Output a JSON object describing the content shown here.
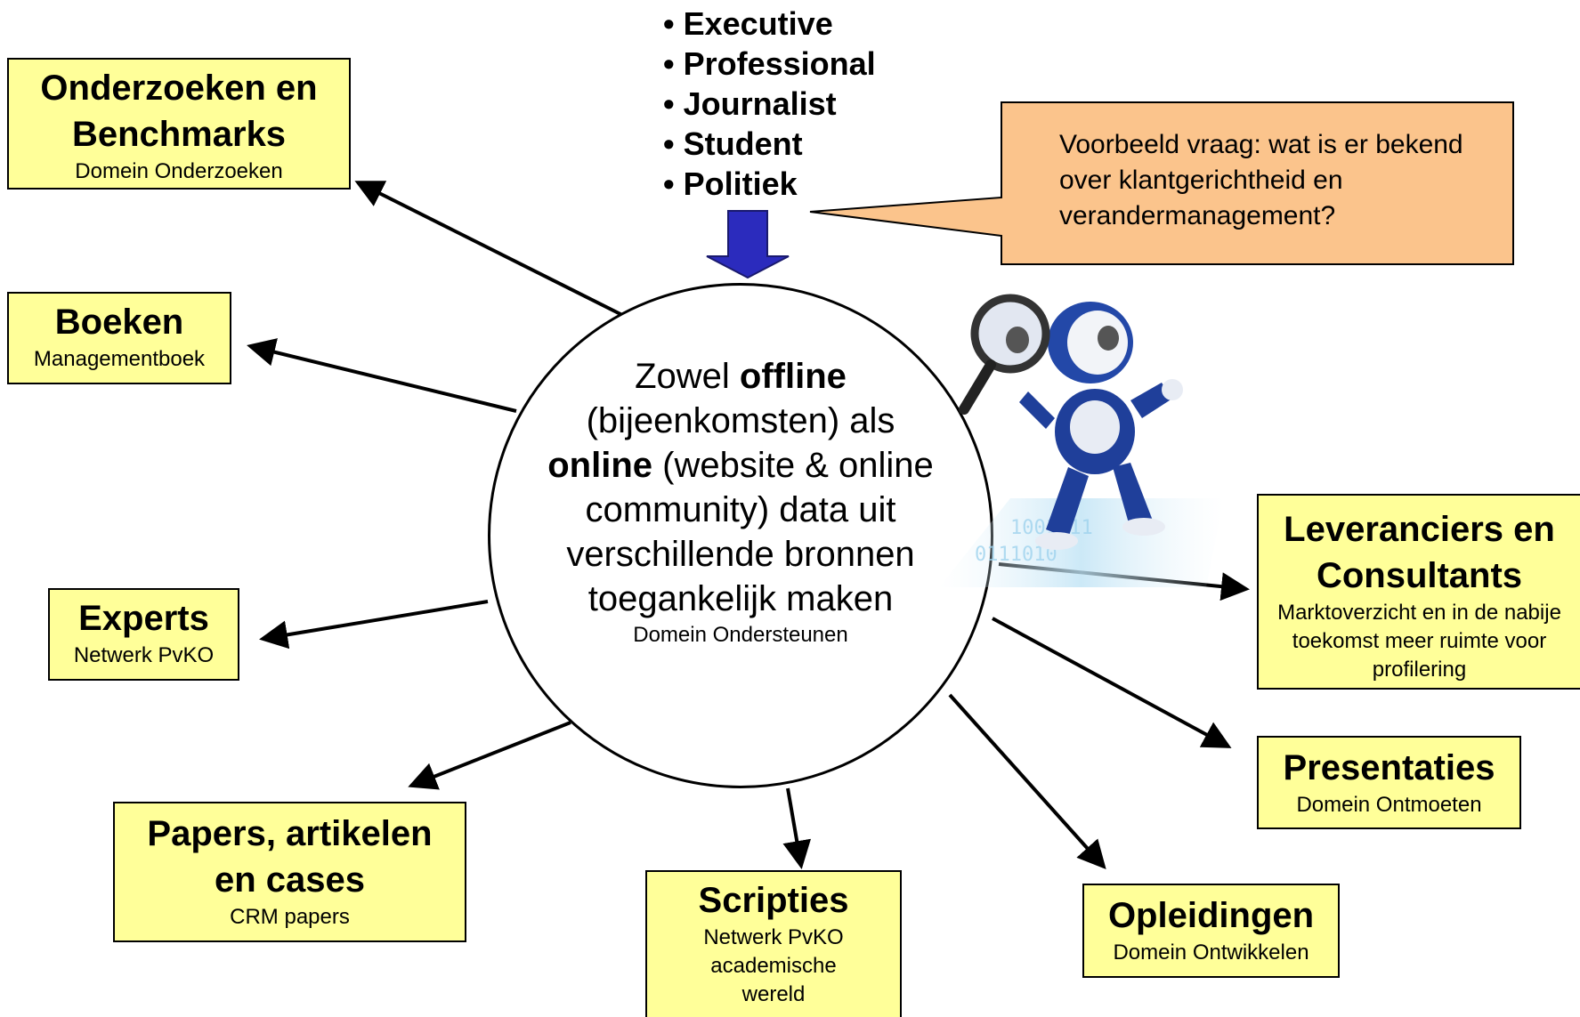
{
  "audience": [
    "Executive",
    "Professional",
    "Journalist",
    "Student",
    "Politiek"
  ],
  "callout": {
    "text": "Voorbeeld vraag: wat is er bekend over klantgerichtheid en verandermanagement?"
  },
  "center": {
    "part1": "Zowel ",
    "bold1": "offline",
    "part2": " (bijeenkomsten) als ",
    "bold2": "online",
    "part3": " (website & online community) data uit verschillende bronnen toegankelijk maken",
    "sub": "Domein Ondersteunen"
  },
  "boxes": {
    "onderzoeken": {
      "title": "Onderzoeken en Benchmarks",
      "sub": "Domein Onderzoeken"
    },
    "boeken": {
      "title": "Boeken",
      "sub": "Managementboek"
    },
    "experts": {
      "title": "Experts",
      "sub": "Netwerk PvKO"
    },
    "papers": {
      "title": "Papers, artikelen en cases",
      "sub": "CRM papers"
    },
    "scripties": {
      "title": "Scripties",
      "sub": "Netwerk PvKO academische wereld"
    },
    "opleidingen": {
      "title": "Opleidingen",
      "sub": "Domein Ontwikkelen"
    },
    "presentaties": {
      "title": "Presentaties",
      "sub": "Domein Ontmoeten"
    },
    "leveranciers": {
      "title": "Leveranciers en Consultants",
      "sub": "Marktoverzicht en in de nabije toekomst meer ruimte voor profilering"
    }
  },
  "colors": {
    "box_fill": "#ffff99",
    "callout_fill": "#fbc48c",
    "arrow_blue": "#2b2bbd"
  }
}
